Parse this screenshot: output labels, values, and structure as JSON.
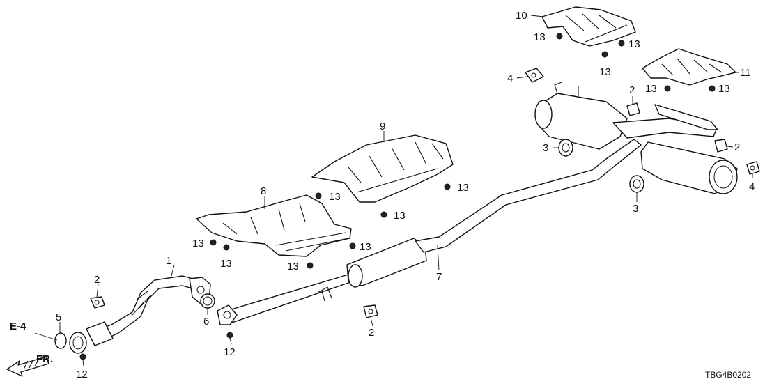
{
  "diagram": {
    "callouts": {
      "c1": "1",
      "c2": "2",
      "c3": "3",
      "c4": "4",
      "c5": "5",
      "c6": "6",
      "c7": "7",
      "c8": "8",
      "c9": "9",
      "c10": "10",
      "c11": "11",
      "c12": "12",
      "c13": "13"
    },
    "ref_label": "E-4",
    "front_label": "FR.",
    "diagram_code": "TBG4B0202"
  }
}
